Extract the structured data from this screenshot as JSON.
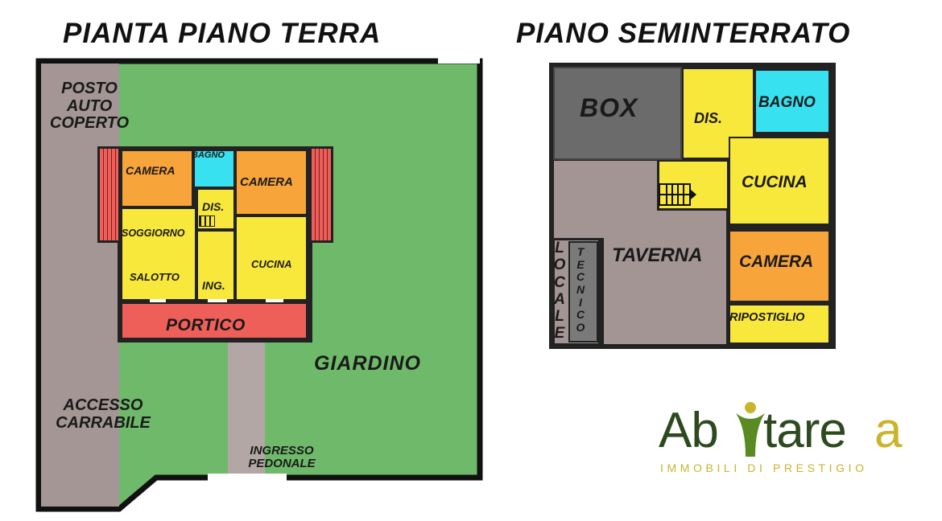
{
  "titles": {
    "ground_floor": "PIANTA PIANO TERRA",
    "basement": "PIANO SEMINTERRATO"
  },
  "ground_floor": {
    "posto_auto": [
      "POSTO",
      "AUTO",
      "COPERTO"
    ],
    "camera_left": "CAMERA",
    "bagno": "BAGNO",
    "camera_right": "CAMERA",
    "dis": "DIS.",
    "soggiorno": "SOGGIORNO",
    "salotto": "SALOTTO",
    "ing": "ING.",
    "cucina": "CUCINA",
    "portico": "PORTICO",
    "giardino": "GIARDINO",
    "accesso": [
      "ACCESSO",
      "CARRABILE"
    ],
    "ingresso": [
      "INGRESSO",
      "PEDONALE"
    ]
  },
  "basement": {
    "box": "BOX",
    "dis": "DIS.",
    "bagno": "BAGNO",
    "cucina": "CUCINA",
    "taverna": "TAVERNA",
    "camera": "CAMERA",
    "ripostiglio": "RIPOSTIGLIO",
    "locale": [
      "L",
      "O",
      "C",
      "A",
      "L",
      "E"
    ],
    "tecnico": [
      "T",
      "E",
      "C",
      "N",
      "I",
      "C",
      "O"
    ]
  },
  "logo": {
    "part1": "Ab",
    "part2": "tare",
    "part3": "a",
    "tagline": "IMMOBILI DI PRESTIGIO"
  },
  "colors": {
    "garden": "#6fb96a",
    "driveway": "#a39694",
    "orange": "#f7a43a",
    "cyan": "#38e1f0",
    "yellow": "#f9e83c",
    "red": "#ef5f5a",
    "box_gray": "#6b6b6b",
    "taverna": "#a29593",
    "logo_green": "#2d4a1f",
    "logo_gold": "#c9b42a"
  }
}
